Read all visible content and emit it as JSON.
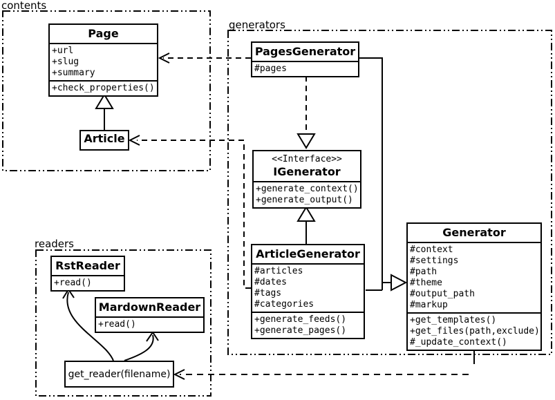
{
  "colors": {
    "ink": "#000000",
    "paper": "#ffffff"
  },
  "packages": {
    "contents": {
      "label": "contents"
    },
    "generators": {
      "label": "generators"
    },
    "readers": {
      "label": "readers"
    }
  },
  "classes": {
    "page": {
      "name": "Page",
      "attrs": "+url\n+slug\n+summary",
      "methods": "+check_properties()"
    },
    "article": {
      "name": "Article"
    },
    "pages_generator": {
      "name": "PagesGenerator",
      "attrs": "#pages"
    },
    "igenerator": {
      "stereotype": "<<Interface>>",
      "name": "IGenerator",
      "methods": "+generate_context()\n+generate_output()"
    },
    "article_generator": {
      "name": "ArticleGenerator",
      "attrs": "#articles\n#dates\n#tags\n#categories",
      "methods": "+generate_feeds()\n+generate_pages()"
    },
    "generator": {
      "name": "Generator",
      "attrs": "#context\n#settings\n#path\n#theme\n#output_path\n#markup",
      "methods": "+get_templates()\n+get_files(path,exclude)\n#_update_context()"
    },
    "rst_reader": {
      "name": "RstReader",
      "methods": "+read()"
    },
    "mardown_reader": {
      "name": "MardownReader",
      "methods": "+read()"
    },
    "get_reader": {
      "label": "get_reader(filename)"
    }
  }
}
